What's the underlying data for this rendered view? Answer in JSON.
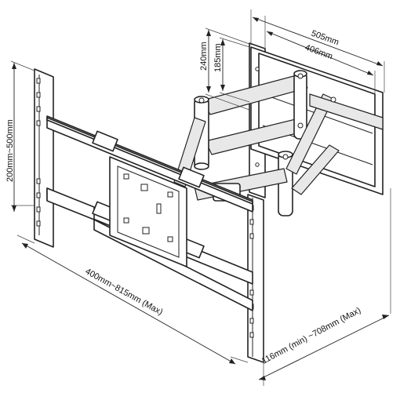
{
  "dimensions": {
    "width_505": "505mm",
    "width_406": "406mm",
    "height_240": "240mm",
    "height_185": "185mm",
    "vertical_range": "200mm~500mm",
    "horizontal_range": "400mm~815mm (Max)",
    "extension_range": "116mm (min) ~708mm (Max)"
  },
  "icons": [
    "wall-plate",
    "tv-bracket",
    "swing-arm",
    "vesa-plate"
  ]
}
